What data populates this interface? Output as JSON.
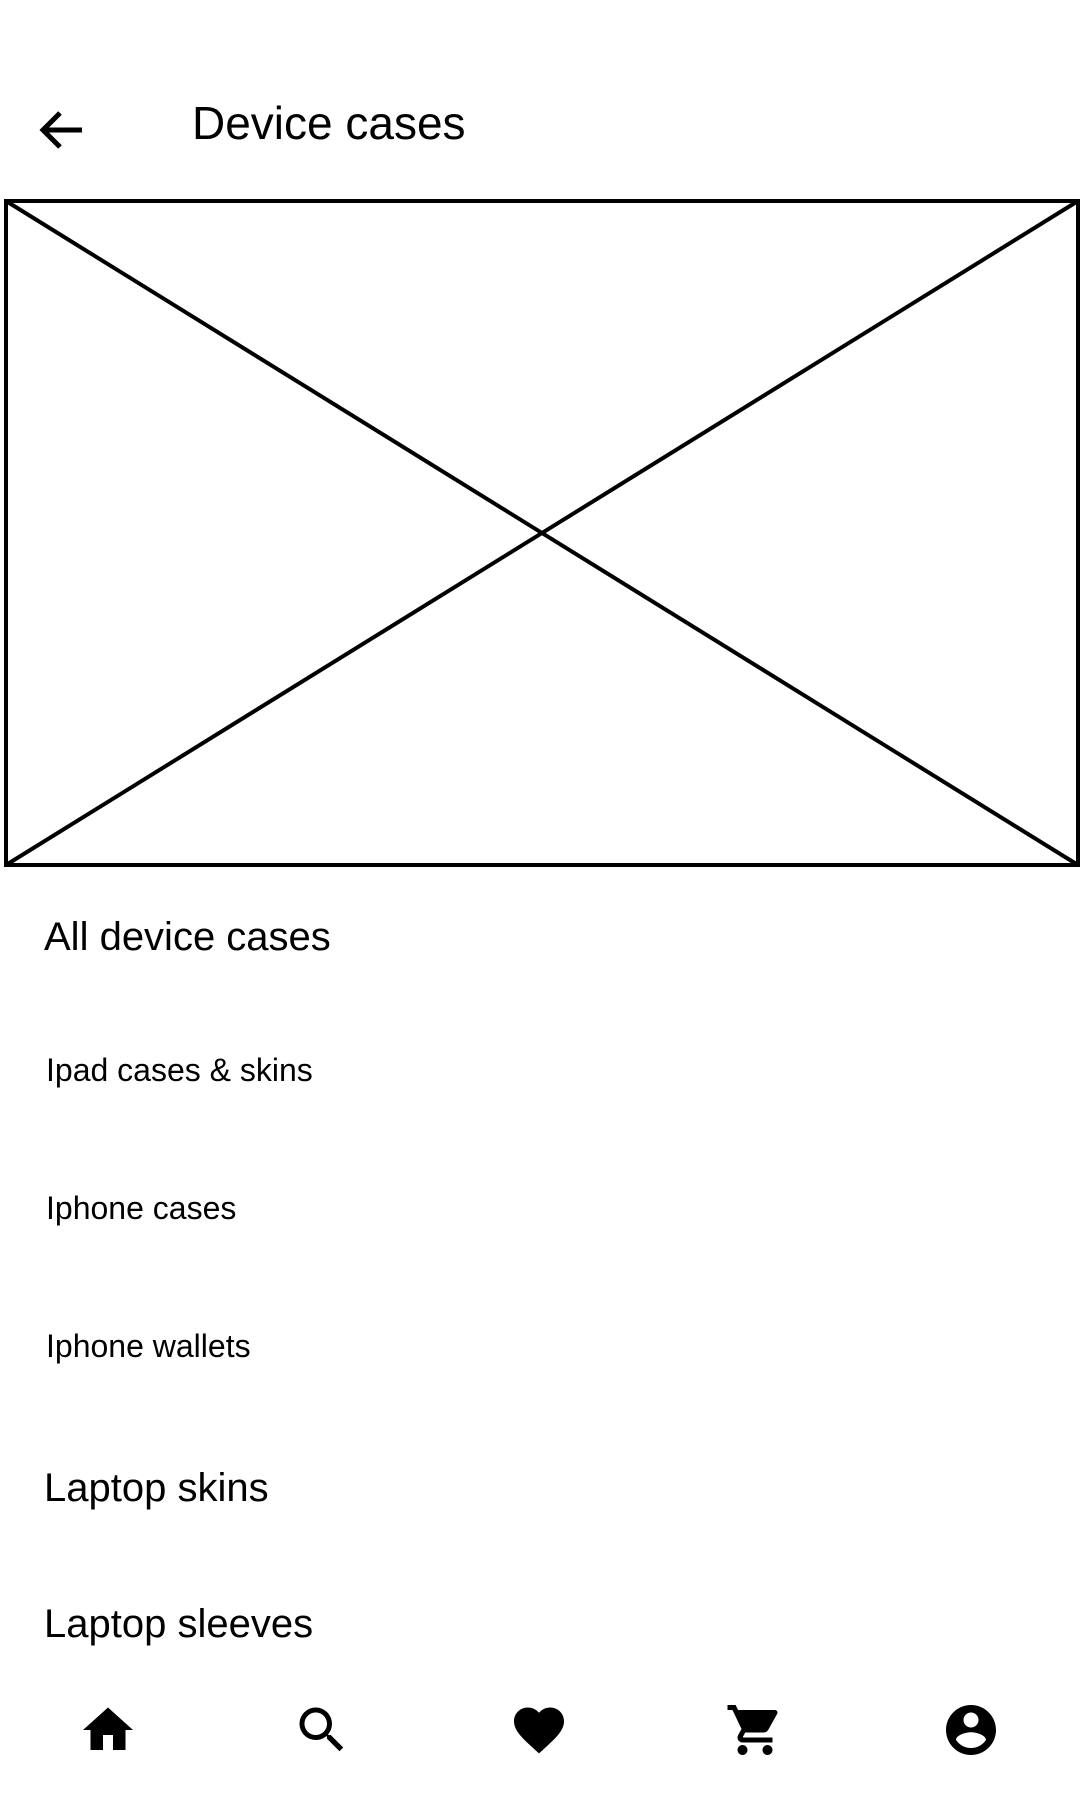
{
  "header": {
    "title": "Device cases",
    "back_icon": "arrow-left-icon"
  },
  "hero": {
    "image_placeholder": "image-placeholder"
  },
  "categories": [
    {
      "label": "All device cases"
    },
    {
      "label": "Ipad cases & skins"
    },
    {
      "label": "Iphone cases"
    },
    {
      "label": "Iphone wallets"
    },
    {
      "label": "Laptop skins"
    },
    {
      "label": "Laptop sleeves"
    }
  ],
  "bottom_nav": [
    {
      "icon": "home-icon"
    },
    {
      "icon": "search-icon"
    },
    {
      "icon": "heart-icon"
    },
    {
      "icon": "cart-icon"
    },
    {
      "icon": "account-icon"
    }
  ],
  "colors": {
    "background": "#ffffff",
    "foreground": "#000000"
  }
}
